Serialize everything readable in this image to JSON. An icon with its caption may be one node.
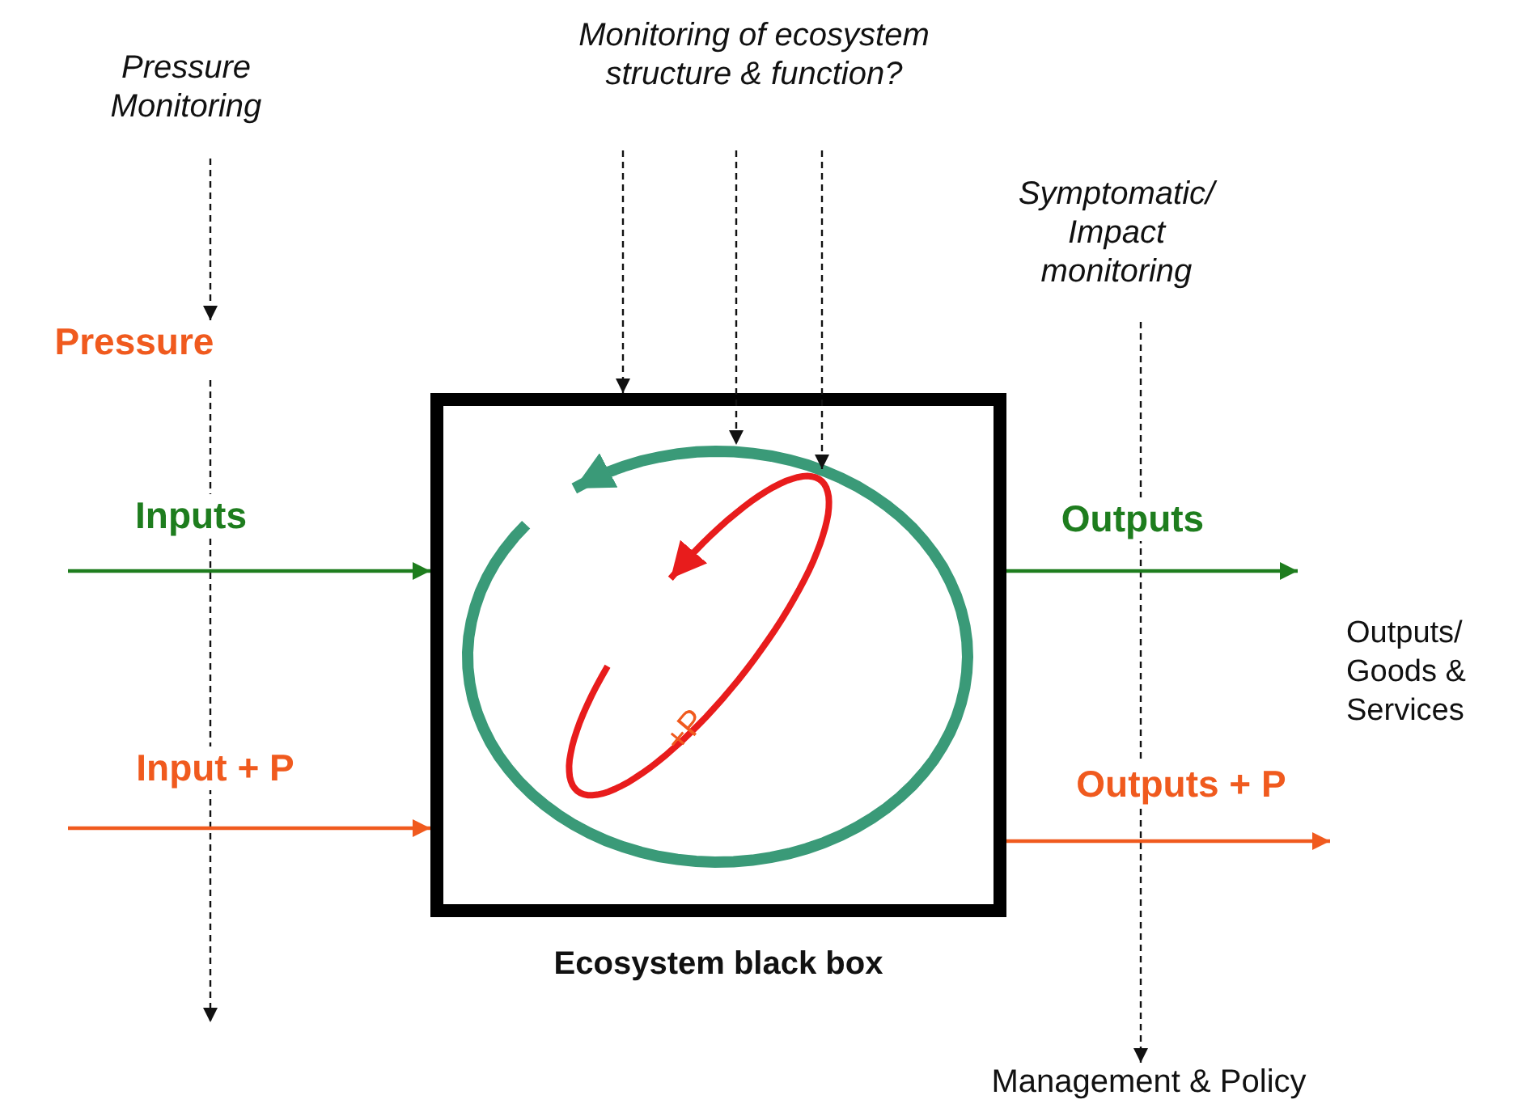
{
  "diagram": {
    "nodes": [
      {
        "text": [
          "Pressure Monitoring"
        ]
      },
      {
        "text": [
          "Monitoring of ecosystem structure & function?"
        ]
      },
      {
        "text": [
          "Symptomatic/ Impact monitoring"
        ]
      },
      {
        "text": [
          "Pressure"
        ]
      },
      {
        "text": [],
        "shape": "box",
        "beside": [
          "Ecosystem black box"
        ]
      },
      {
        "text": [],
        "shape": "circle",
        "in": 4
      },
      {
        "text": [
          "+P"
        ],
        "in": 5
      },
      {
        "text": [
          "Management & Policy"
        ]
      }
    ],
    "edges": [
      {
        "from": 0,
        "to": 3,
        "arrow": "to",
        "style": "dashed"
      },
      {
        "from": 3,
        "to": null,
        "arrow": "to",
        "style": "dashed"
      },
      {
        "from": 1,
        "to": 4,
        "arrow": "to",
        "style": "dashed"
      },
      {
        "from": 1,
        "to": 5,
        "arrow": "to",
        "style": "dashed"
      },
      {
        "from": 1,
        "to": 6,
        "arrow": "to",
        "style": "dashed"
      },
      {
        "from": 2,
        "to": 7,
        "arrow": "to",
        "style": "dashed"
      },
      {
        "from": null,
        "to": 4,
        "arrow": "to",
        "label": "Inputs",
        "color": "#1e7d1e"
      },
      {
        "from": null,
        "to": 4,
        "arrow": "to",
        "label": "Input + P",
        "color": "#f05a1e"
      },
      {
        "from": 4,
        "to": null,
        "arrow": "to",
        "label": "Outputs",
        "color": "#1e7d1e"
      },
      {
        "from": 4,
        "to": null,
        "arrow": "to",
        "label": "Outputs + P",
        "color": "#f05a1e"
      }
    ],
    "labels": [
      "Outputs/ Goods & Services"
    ]
  }
}
